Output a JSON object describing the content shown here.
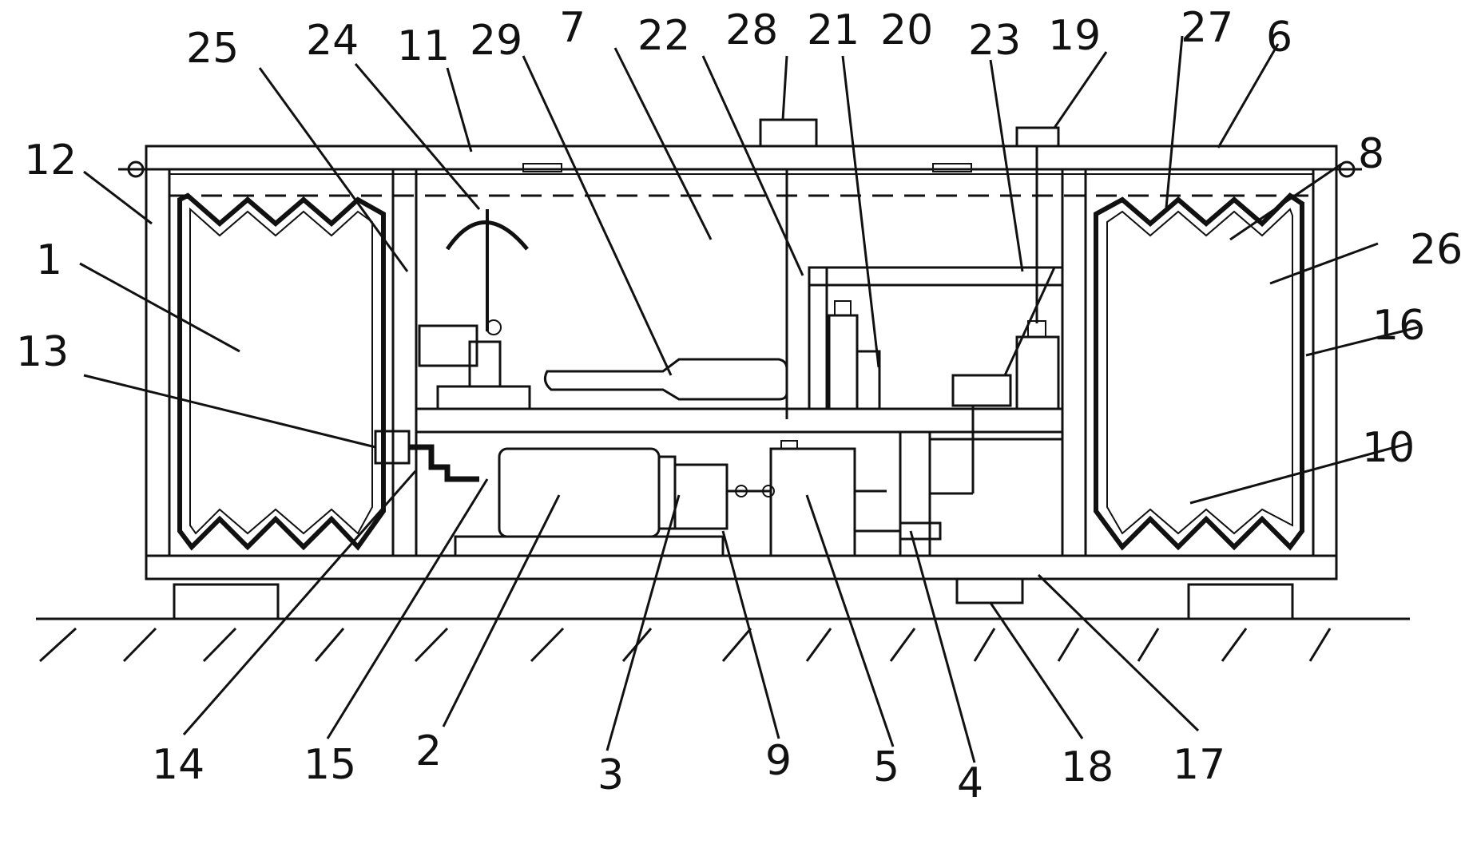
{
  "figure": {
    "labels": [
      {
        "id": "label-1",
        "text": "1"
      },
      {
        "id": "label-2",
        "text": "2"
      },
      {
        "id": "label-3",
        "text": "3"
      },
      {
        "id": "label-4",
        "text": "4"
      },
      {
        "id": "label-5",
        "text": "5"
      },
      {
        "id": "label-6",
        "text": "6"
      },
      {
        "id": "label-7",
        "text": "7"
      },
      {
        "id": "label-8",
        "text": "8"
      },
      {
        "id": "label-9",
        "text": "9"
      },
      {
        "id": "label-10",
        "text": "10"
      },
      {
        "id": "label-11",
        "text": "11"
      },
      {
        "id": "label-12",
        "text": "12"
      },
      {
        "id": "label-13",
        "text": "13"
      },
      {
        "id": "label-14",
        "text": "14"
      },
      {
        "id": "label-15",
        "text": "15"
      },
      {
        "id": "label-16",
        "text": "16"
      },
      {
        "id": "label-17",
        "text": "17"
      },
      {
        "id": "label-18",
        "text": "18"
      },
      {
        "id": "label-19",
        "text": "19"
      },
      {
        "id": "label-20",
        "text": "20"
      },
      {
        "id": "label-21",
        "text": "21"
      },
      {
        "id": "label-22",
        "text": "22"
      },
      {
        "id": "label-23",
        "text": "23"
      },
      {
        "id": "label-24",
        "text": "24"
      },
      {
        "id": "label-25",
        "text": "25"
      },
      {
        "id": "label-26",
        "text": "26"
      },
      {
        "id": "label-27",
        "text": "27"
      },
      {
        "id": "label-28",
        "text": "28"
      },
      {
        "id": "label-29",
        "text": "29"
      }
    ]
  }
}
